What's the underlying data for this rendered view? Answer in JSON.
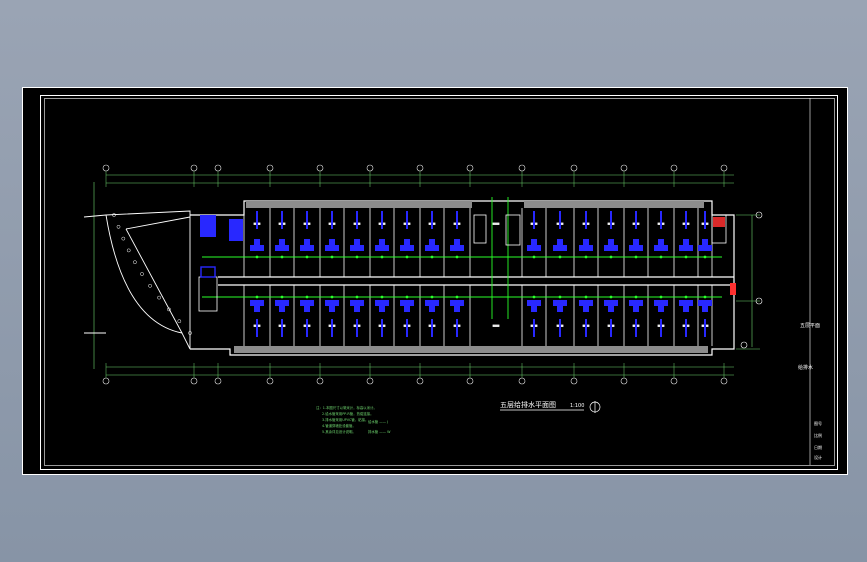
{
  "drawing": {
    "title": "五层给排水平面图",
    "scale_text": "1:100",
    "floor_label": "五层平面",
    "side_label": "给排水",
    "notes": [
      "注：1.本图尺寸以毫米计，标高以米计。",
      "2.给水管采用PP-R管，热熔连接。",
      "3.排水管采用UPVC管，粘接。",
      "4.管道穿墙处设套管。",
      "5.其余详见设计说明。"
    ],
    "legend": [
      "给水管 —— J",
      "排水管 —— W"
    ],
    "title_block": [
      "图号",
      "比例",
      "日期",
      "设计"
    ]
  },
  "colors": {
    "frame": "#ffffff",
    "wall": "#ffffff",
    "dimension": "#6fd66f",
    "pipe": "#2aff2a",
    "fixture": "#2828ff",
    "shade": "#8c8c8c",
    "axis": "#e8e8e8",
    "hatch": "#ff3030"
  }
}
